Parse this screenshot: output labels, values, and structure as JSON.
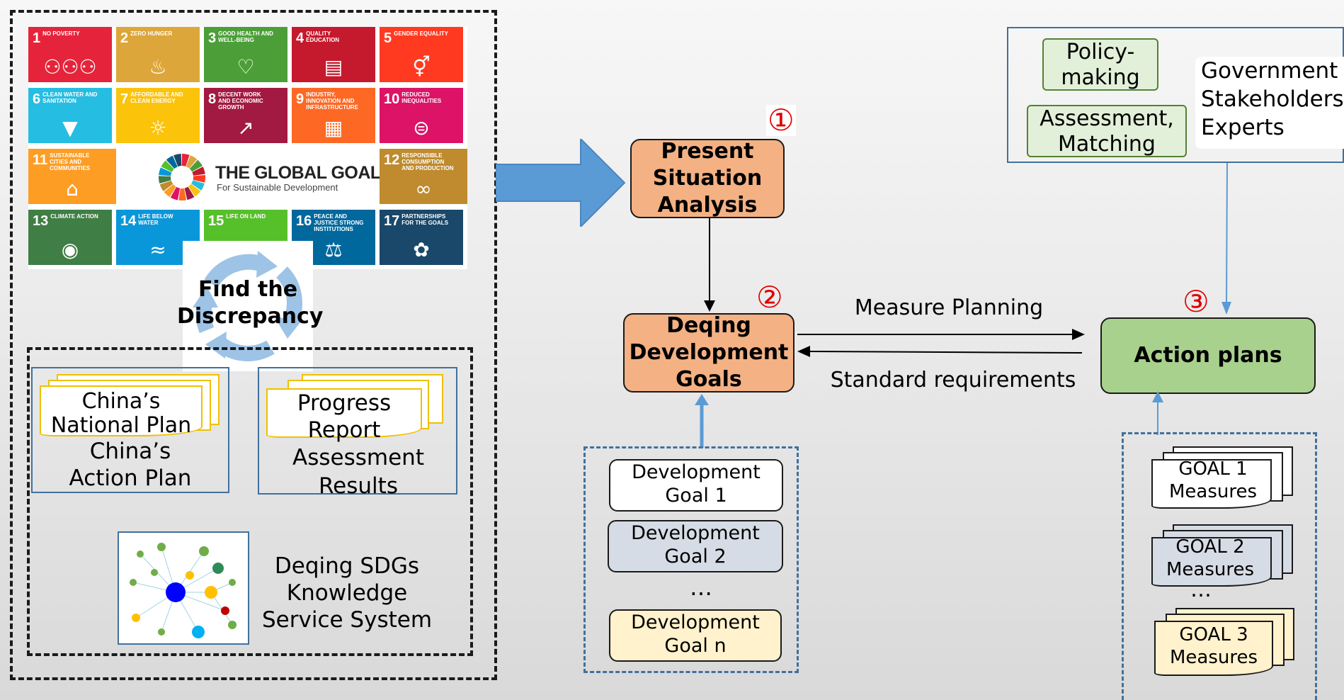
{
  "sdg": {
    "tiles": [
      {
        "num": "1",
        "label": "No Poverty",
        "color": "#e5243b",
        "icon": "family-icon",
        "glyph": "⚇⚇⚇"
      },
      {
        "num": "2",
        "label": "Zero Hunger",
        "color": "#dda63a",
        "icon": "bowl-icon",
        "glyph": "♨"
      },
      {
        "num": "3",
        "label": "Good Health and Well-Being",
        "color": "#4c9f38",
        "icon": "heartbeat-icon",
        "glyph": "♡"
      },
      {
        "num": "4",
        "label": "Quality Education",
        "color": "#c5192d",
        "icon": "book-icon",
        "glyph": "▤"
      },
      {
        "num": "5",
        "label": "Gender Equality",
        "color": "#ff3a21",
        "icon": "gender-icon",
        "glyph": "⚥"
      },
      {
        "num": "6",
        "label": "Clean Water and Sanitation",
        "color": "#26bde2",
        "icon": "water-icon",
        "glyph": "▼"
      },
      {
        "num": "7",
        "label": "Affordable and Clean Energy",
        "color": "#fcc30b",
        "icon": "sun-icon",
        "glyph": "☼"
      },
      {
        "num": "8",
        "label": "Decent Work and Economic Growth",
        "color": "#a21942",
        "icon": "growth-icon",
        "glyph": "↗"
      },
      {
        "num": "9",
        "label": "Industry, Innovation and Infrastructure",
        "color": "#fd6925",
        "icon": "cubes-icon",
        "glyph": "▦"
      },
      {
        "num": "10",
        "label": "Reduced Inequalities",
        "color": "#dd1367",
        "icon": "equal-icon",
        "glyph": "⊜"
      },
      {
        "num": "11",
        "label": "Sustainable Cities and Communities",
        "color": "#fd9d24",
        "icon": "city-icon",
        "glyph": "⌂"
      },
      {
        "num": "12",
        "label": "Responsible Consumption and Production",
        "color": "#bf8b2e",
        "icon": "infinity-icon",
        "glyph": "∞"
      },
      {
        "num": "13",
        "label": "Climate Action",
        "color": "#3f7e44",
        "icon": "eye-icon",
        "glyph": "◉"
      },
      {
        "num": "14",
        "label": "Life Below Water",
        "color": "#0a97d9",
        "icon": "fish-icon",
        "glyph": "≈"
      },
      {
        "num": "15",
        "label": "Life On Land",
        "color": "#56c02b",
        "icon": "tree-icon",
        "glyph": "♣"
      },
      {
        "num": "16",
        "label": "Peace and Justice Strong Institutions",
        "color": "#00689d",
        "icon": "dove-icon",
        "glyph": "⚖"
      },
      {
        "num": "17",
        "label": "Partnerships for the Goals",
        "color": "#19486a",
        "icon": "rings-icon",
        "glyph": "✿"
      }
    ],
    "logo_title": "THE GLOBAL GOALS",
    "logo_sub": "For Sustainable Development"
  },
  "cycle_label": [
    "Find the",
    "Discrepancy"
  ],
  "doc1": {
    "front": [
      "China’s",
      "National Plan"
    ],
    "below": [
      "China’s",
      "Action Plan"
    ]
  },
  "doc2": {
    "front": [
      "Progress",
      "Report"
    ],
    "below": [
      "Assessment",
      "Results"
    ]
  },
  "knowledge": [
    "Deqing SDGs",
    "Knowledge",
    "Service System"
  ],
  "steps": {
    "s1": {
      "num": "①",
      "label": [
        "Present",
        "Situation",
        "Analysis"
      ]
    },
    "s2": {
      "num": "②",
      "label": [
        "Deqing",
        "Development",
        "Goals"
      ]
    },
    "s3": {
      "num": "③",
      "label": [
        "Action plans"
      ]
    }
  },
  "arrows": {
    "forward": "Measure Planning",
    "back": "Standard requirements"
  },
  "dev_goals": [
    {
      "label": [
        "Development",
        "Goal 1"
      ],
      "fill": "#ffffff"
    },
    {
      "label": [
        "Development",
        "Goal 2"
      ],
      "fill": "#d6dce5"
    },
    {
      "label": [
        "Development",
        "Goal n"
      ],
      "fill": "#fff2cc"
    }
  ],
  "ellipsis": "…",
  "stakeholder_roles": [
    [
      "Policy-",
      "making"
    ],
    [
      "Assessment,",
      "Matching"
    ]
  ],
  "stakeholders": [
    "Government",
    "Stakeholders",
    "Experts"
  ],
  "measures": [
    {
      "label": [
        "GOAL 1",
        "Measures"
      ],
      "fill": "#ffffff"
    },
    {
      "label": [
        "GOAL 2",
        "Measures"
      ],
      "fill": "#d6dce5"
    },
    {
      "label": [
        "GOAL 3",
        "Measures"
      ],
      "fill": "#fff2cc"
    }
  ],
  "colors": {
    "orange": "#f4b183",
    "green": "#a9d18e",
    "blue_arrow": "#5b9bd5",
    "red": "#e00000"
  }
}
